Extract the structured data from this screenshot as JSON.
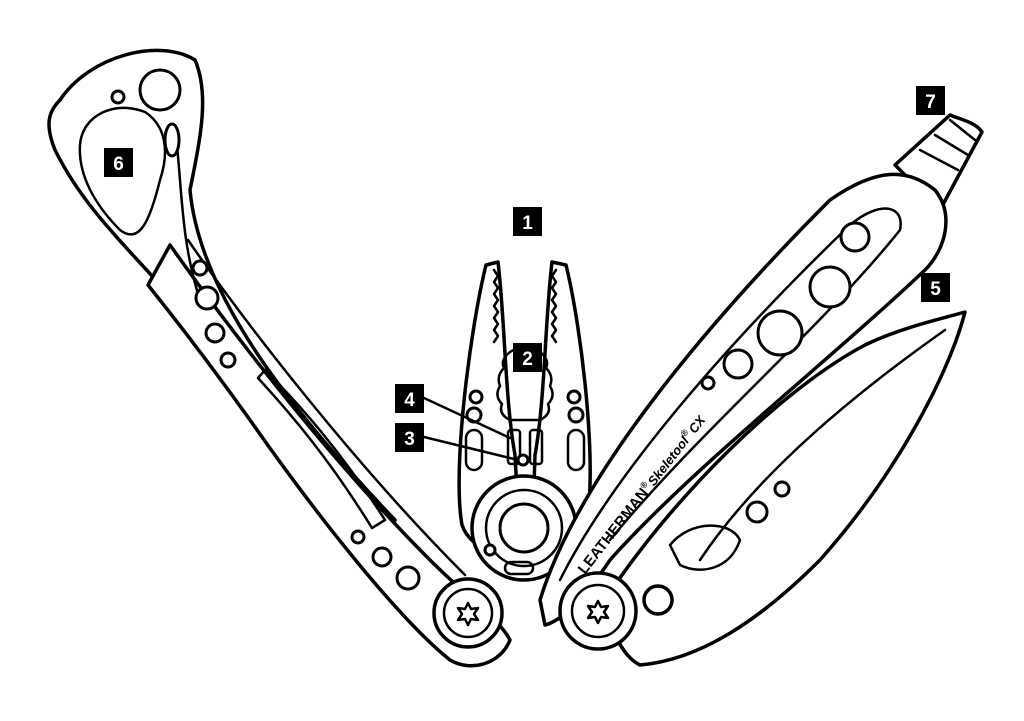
{
  "callouts": [
    {
      "id": "1",
      "label": "1"
    },
    {
      "id": "2",
      "label": "2"
    },
    {
      "id": "3",
      "label": "3"
    },
    {
      "id": "4",
      "label": "4"
    },
    {
      "id": "5",
      "label": "5"
    },
    {
      "id": "6",
      "label": "6"
    },
    {
      "id": "7",
      "label": "7"
    }
  ],
  "handle_marking": {
    "brand": "LEATHERMAN",
    "registered": "®",
    "model": "Skeletool",
    "model_registered": "®",
    "model_suffix": "CX"
  },
  "colors": {
    "line": "#000000",
    "fill": "#ffffff",
    "badge_bg": "#000000",
    "badge_text": "#ffffff"
  }
}
